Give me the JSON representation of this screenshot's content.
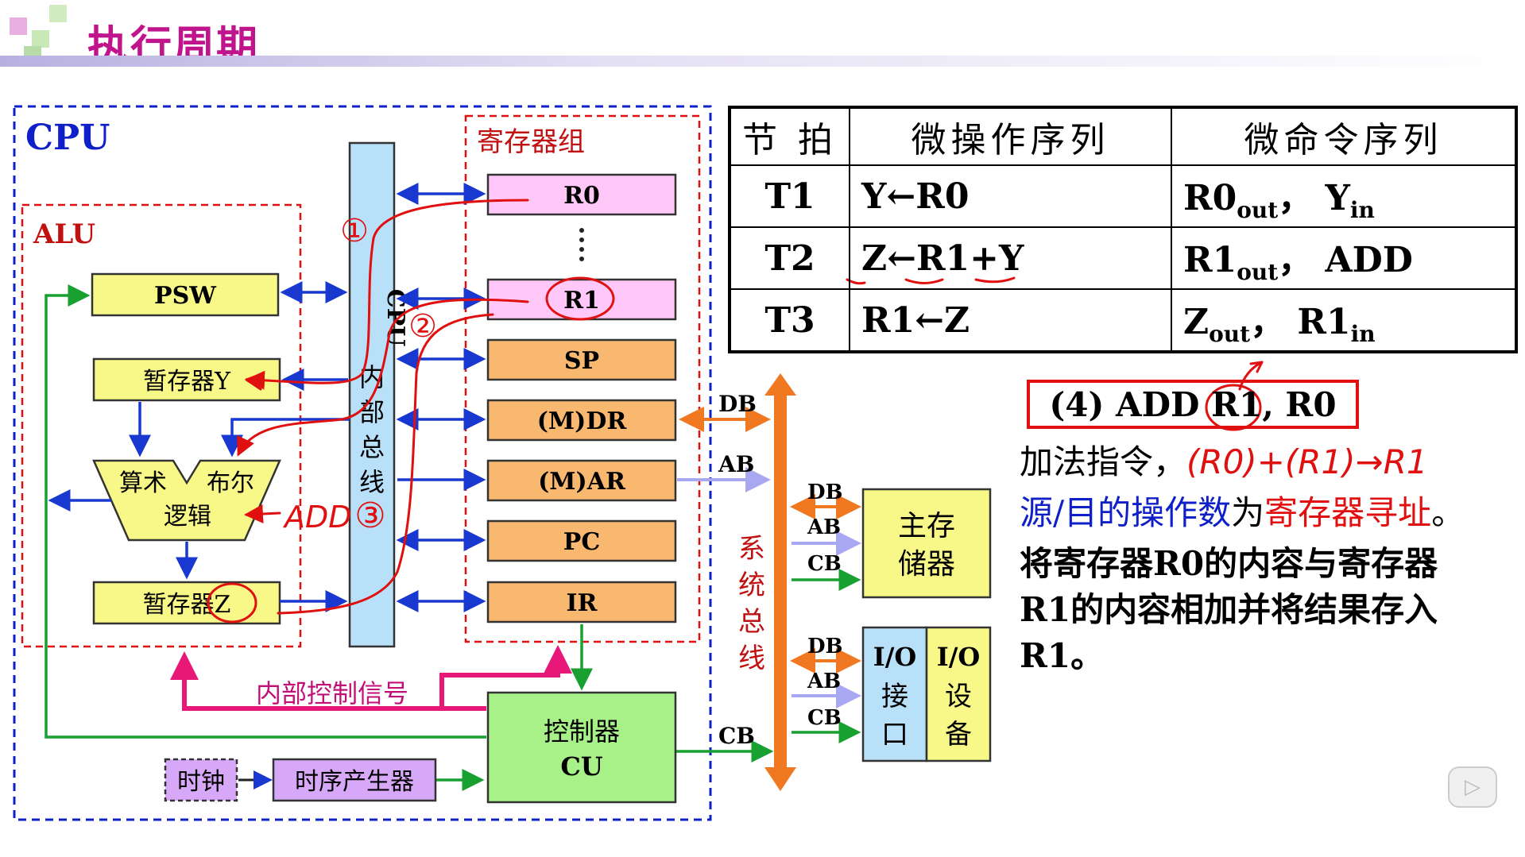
{
  "title": "执行周期",
  "diagram": {
    "cpu": "CPU",
    "alu": "ALU",
    "regs_group": "寄存器组",
    "bus_label": "CPU内部总线",
    "bus_chars": [
      "CPU",
      "内",
      "部",
      "总",
      "线"
    ],
    "psw": "PSW",
    "tempY": "暂存器Y",
    "tempZ": "暂存器Z",
    "alu_arith": "算术",
    "alu_bool": "布尔",
    "alu_logic": "逻辑",
    "regs": [
      "R0",
      "R1",
      "SP",
      "(M)DR",
      "(M)AR",
      "PC",
      "IR"
    ],
    "cu_line1": "控制器",
    "cu_line2": "CU",
    "clock": "时钟",
    "timing": "时序产生器",
    "internal_ctrl": "内部控制信号",
    "sysbus_chars": [
      "系",
      "统",
      "总",
      "线"
    ],
    "db": "DB",
    "ab": "AB",
    "cb": "CB",
    "mem_line1": "主存",
    "mem_line2": "储器",
    "io_if": [
      "I/O",
      "接",
      "口"
    ],
    "io_dev": [
      "I/O",
      "设",
      "备"
    ]
  },
  "annotations": {
    "n1": "①",
    "n2": "②",
    "n3": "③",
    "add": "ADD"
  },
  "table": {
    "headers": [
      "节 拍",
      "微操作序列",
      "微命令序列"
    ],
    "rows": [
      {
        "beat": "T1",
        "op": "Y←R0",
        "cmd1": "R0",
        "cmd1_sub": "out",
        "sep": "，",
        "cmd2": "Y",
        "cmd2_sub": "in"
      },
      {
        "beat": "T2",
        "op": "Z←R1+Y",
        "cmd1": "R1",
        "cmd1_sub": "out",
        "sep": "，",
        "cmd2": "ADD",
        "cmd2_sub": ""
      },
      {
        "beat": "T3",
        "op": "R1←Z",
        "cmd1": "Z",
        "cmd1_sub": "out",
        "sep": "，",
        "cmd2": "R1",
        "cmd2_sub": "in"
      }
    ]
  },
  "instruction": "(4) ADD R1, R0",
  "desc": {
    "l1a": "加法指令，",
    "l1b": "(R0)+(R1)→R1",
    "l2a": "源/目的操作数",
    "l2b": "为",
    "l2c": "寄存器寻址",
    "l2d": "。",
    "l3": "将寄存器R0的内容与寄存器",
    "l4": "R1的内容相加并将结果存入",
    "l5": "R1。"
  },
  "colors": {
    "title": "#c0148c",
    "blue": "#1020c8",
    "red": "#e01010",
    "pink_box": "#ffc8f8",
    "orange_box": "#f8b870",
    "yellow_box": "#f8f888",
    "green_box": "#a8f088",
    "purple_box": "#d8a8f8",
    "bus_blue": "#b8e0f8",
    "bus_orange": "#f07820",
    "arrow_green": "#18a030",
    "arrow_blue": "#1838d0",
    "arrow_purple": "#a8a8f0",
    "arrow_pink": "#e81878"
  },
  "icons": {
    "play": "play-icon"
  }
}
